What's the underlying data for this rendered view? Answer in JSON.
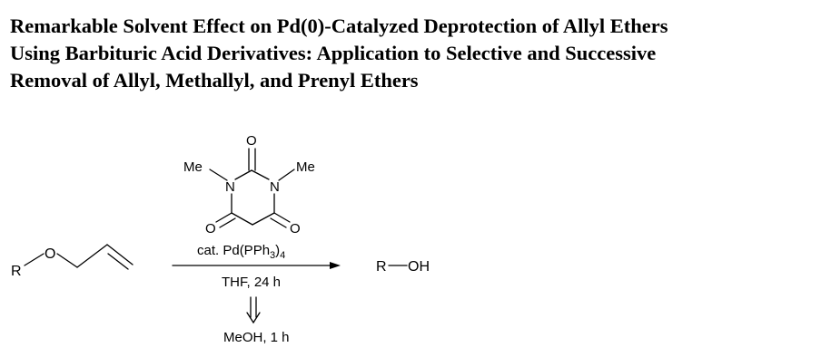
{
  "title": {
    "line1": "Remarkable Solvent Effect on Pd(0)-Catalyzed Deprotection of Allyl Ethers",
    "line2": "Using Barbituric Acid Derivatives: Application to Selective and Successive",
    "line3": "Removal of Allyl, Methallyl, and Prenyl Ethers"
  },
  "reactant": {
    "r_label": "R",
    "o_label": "O"
  },
  "reagent": {
    "o_top": "O",
    "o_left": "O",
    "o_right": "O",
    "n_left": "N",
    "n_right": "N",
    "me_left": "Me",
    "me_right": "Me",
    "catalyst_prefix": "cat. Pd(PPh",
    "catalyst_sub": "3",
    "catalyst_suffix": ")",
    "catalyst_sub2": "4"
  },
  "conditions": {
    "below_arrow": "THF, 24 h",
    "alternative": "MeOH, 1 h"
  },
  "product": {
    "r_label": "R",
    "oh_label": "OH"
  }
}
